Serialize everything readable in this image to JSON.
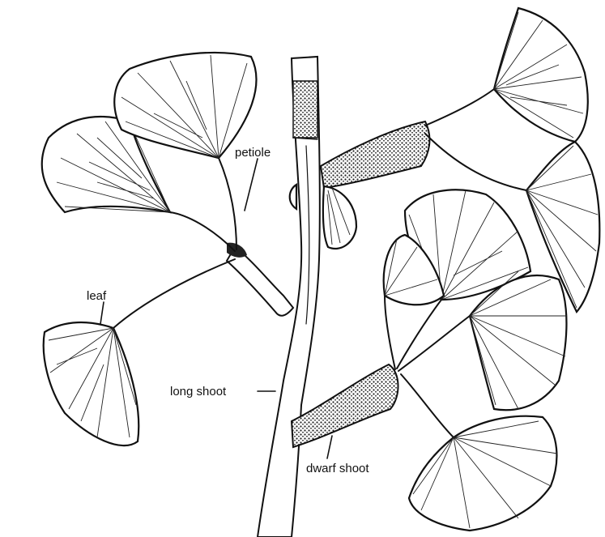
{
  "labels": {
    "petiole": "petiole",
    "leaf": "leaf",
    "long_shoot": "long shoot",
    "dwarf_shoot": "dwarf shoot"
  }
}
